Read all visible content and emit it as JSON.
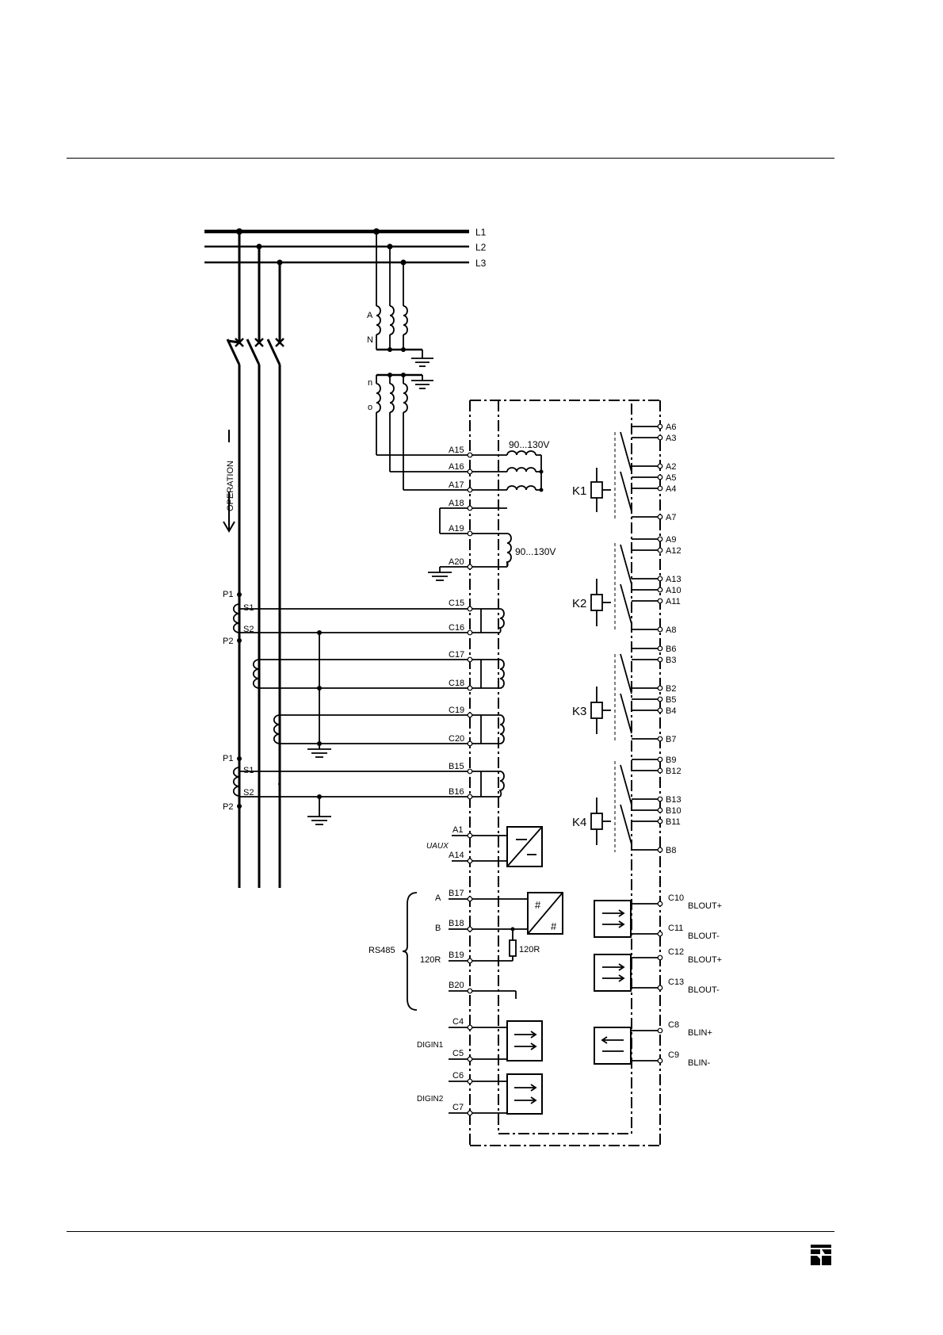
{
  "bus": {
    "phases": [
      "L1",
      "L2",
      "L3"
    ]
  },
  "vt": {
    "primary": [
      "A",
      "N"
    ],
    "secondary": [
      "n",
      "o"
    ]
  },
  "breaker": {
    "operation_label": "OPERATION"
  },
  "ct": {
    "primary": [
      "P1",
      "P2"
    ],
    "secondary": [
      "S1",
      "S2"
    ]
  },
  "voltage_terminals": [
    "A15",
    "A16",
    "A17",
    "A18",
    "A19",
    "A20"
  ],
  "voltage_ranges": [
    "90...130V",
    "90...130V"
  ],
  "current_terminals": [
    "C15",
    "C16",
    "C17",
    "C18",
    "C19",
    "C20",
    "B15",
    "B16"
  ],
  "aux_supply": {
    "label": "UAUX",
    "terminals": [
      "A1",
      "A14"
    ]
  },
  "rs485": {
    "label": "RS485",
    "side_labels": [
      "A",
      "B",
      "120R"
    ],
    "terminals": [
      "B17",
      "B18",
      "B19",
      "B20"
    ],
    "resistor": "120R"
  },
  "digital_inputs": [
    {
      "label": "DIGIN1",
      "terminals": [
        "C4",
        "C5"
      ]
    },
    {
      "label": "DIGIN2",
      "terminals": [
        "C6",
        "C7"
      ]
    }
  ],
  "relays": [
    {
      "name": "K1",
      "terminals": [
        "A6",
        "A3",
        "A2",
        "A5",
        "A4",
        "A7"
      ]
    },
    {
      "name": "K2",
      "terminals": [
        "A9",
        "A12",
        "A13",
        "A10",
        "A11",
        "A8"
      ]
    },
    {
      "name": "K3",
      "terminals": [
        "B6",
        "B3",
        "B2",
        "B5",
        "B4",
        "B7"
      ]
    },
    {
      "name": "K4",
      "terminals": [
        "B9",
        "B12",
        "B13",
        "B10",
        "B11",
        "B8"
      ]
    }
  ],
  "blocking": [
    {
      "terminal": "C10",
      "signal": "BLOUT+"
    },
    {
      "terminal": "C11",
      "signal": "BLOUT-"
    },
    {
      "terminal": "C12",
      "signal": "BLOUT+"
    },
    {
      "terminal": "C13",
      "signal": "BLOUT-"
    },
    {
      "terminal": "C8",
      "signal": "BLIN+"
    },
    {
      "terminal": "C9",
      "signal": "BLIN-"
    }
  ]
}
